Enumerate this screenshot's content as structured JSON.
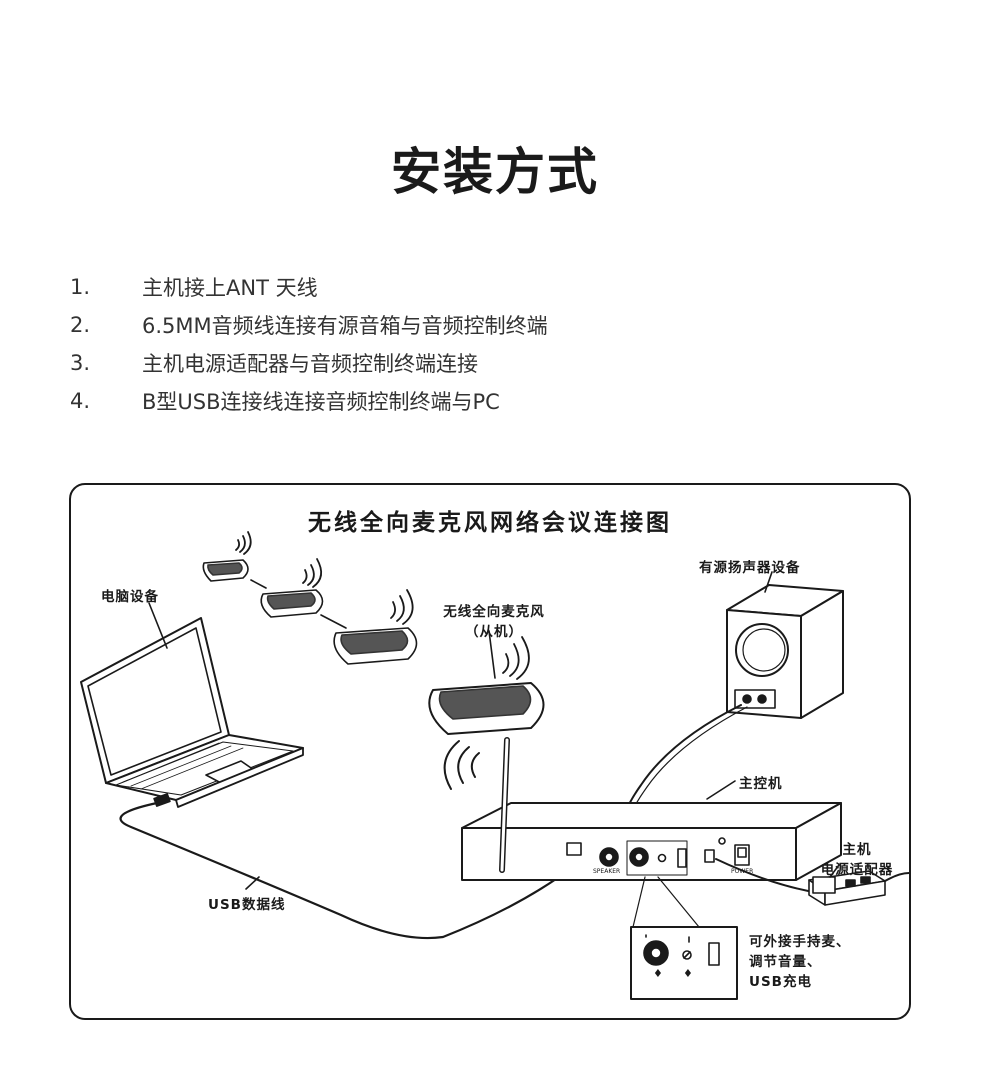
{
  "header": {
    "title": "安装方式"
  },
  "steps": [
    {
      "num": "1.",
      "text": "主机接上ANT 天线"
    },
    {
      "num": "2.",
      "text": "6.5MM音频线连接有源音箱与音频控制终端"
    },
    {
      "num": "3.",
      "text": "主机电源适配器与音频控制终端连接"
    },
    {
      "num": "4.",
      "text": "B型USB连接线连接音频控制终端与PC"
    }
  ],
  "diagram": {
    "title": "无线全向麦克风网络会议连接图",
    "labels": {
      "computer": "电脑设备",
      "slave_mic_line1": "无线全向麦克风",
      "slave_mic_line2": "（从机）",
      "speaker": "有源扬声器设备",
      "host": "主控机",
      "adapter_line1": "主机",
      "adapter_line2": "电源适配器",
      "usb_cable": "USB数据线",
      "feature_line1": "可外接手持麦、",
      "feature_line2": "调节音量、",
      "feature_line3": "USB充电"
    },
    "panel": {
      "speaker_port": "SPEAKER",
      "power_switch": "POWER"
    },
    "colors": {
      "line": "#1a1a1a",
      "mic_top": "#555555",
      "background": "#ffffff"
    }
  }
}
